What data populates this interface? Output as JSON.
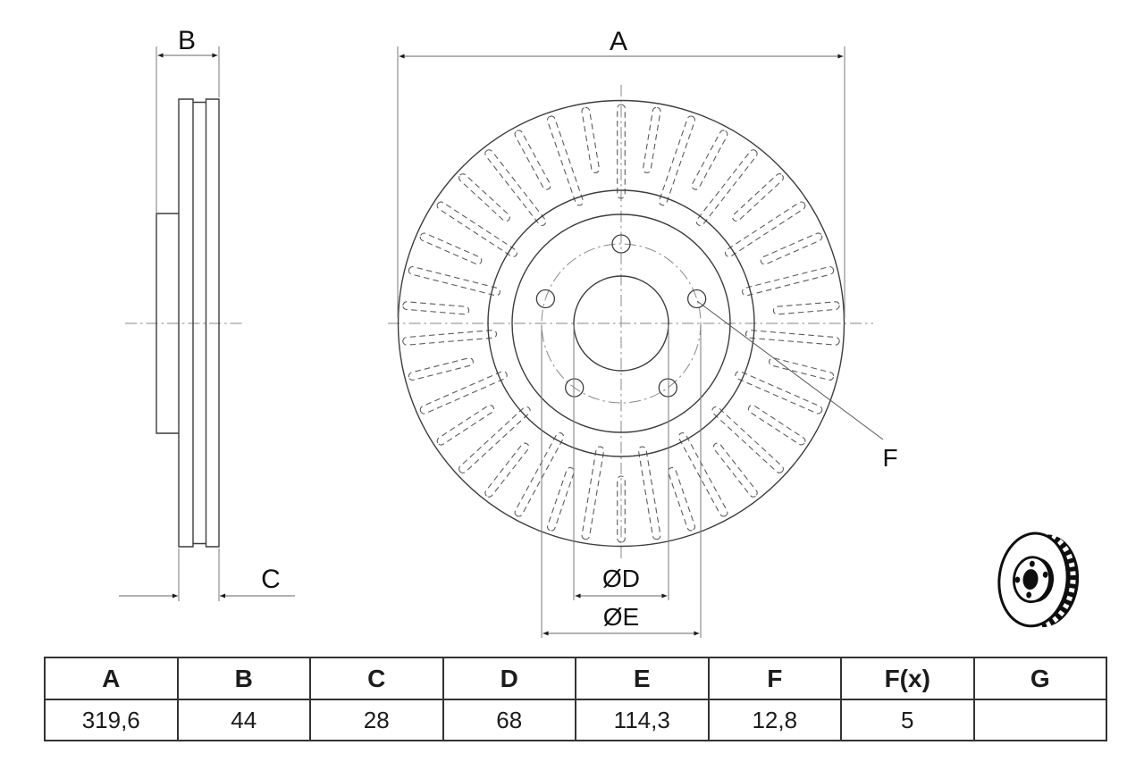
{
  "drawing": {
    "dimension_labels": {
      "a": "A",
      "b": "B",
      "c": "C",
      "d": "ØD",
      "e": "ØE",
      "f": "F"
    }
  },
  "table": {
    "headers": [
      "A",
      "B",
      "C",
      "D",
      "E",
      "F",
      "F(x)",
      "G"
    ],
    "values": [
      "319,6",
      "44",
      "28",
      "68",
      "114,3",
      "12,8",
      "5",
      ""
    ]
  },
  "icon": {
    "name": "vented-brake-disc-3d-icon"
  },
  "colors": {
    "background": "#ffffff",
    "outline": "#3d3d3d",
    "dimension_line": "#666666",
    "centerline": "#8a8a8a",
    "text": "#111111"
  }
}
